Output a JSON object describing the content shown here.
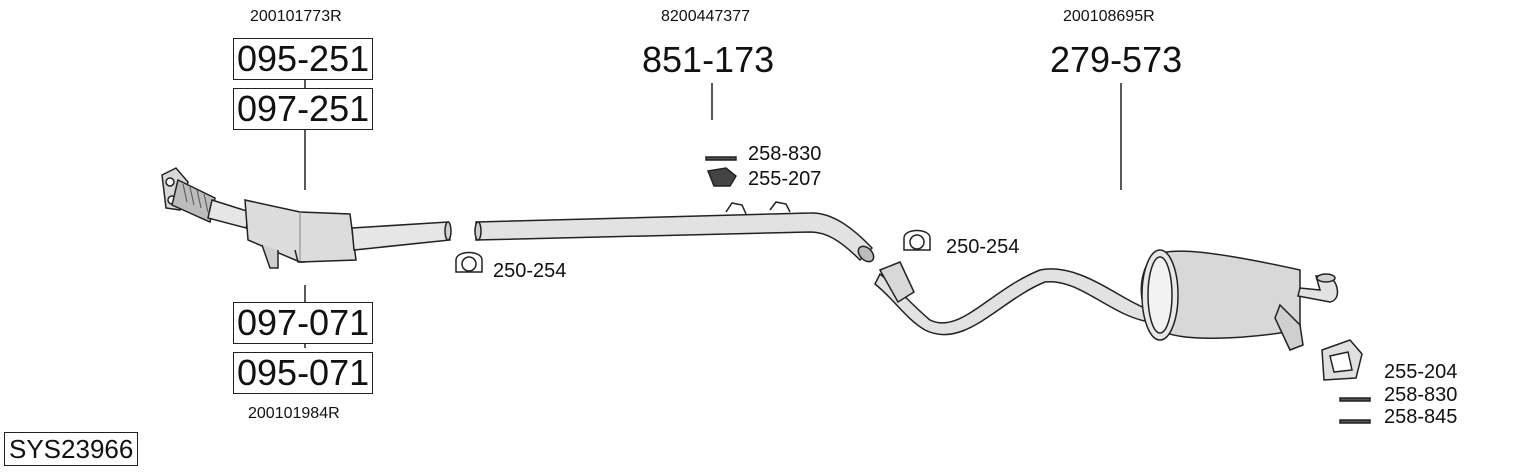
{
  "system_code": "SYS23966",
  "front": {
    "oe_top": "200101773R",
    "box_top_1": "095-251",
    "box_top_2": "097-251",
    "box_bottom_1": "097-071",
    "box_bottom_2": "095-071",
    "oe_bottom": "200101984R"
  },
  "middle": {
    "oe": "8200447377",
    "part": "851-173",
    "acc_1": "258-830",
    "acc_2": "255-207",
    "clamp_left": "250-254"
  },
  "rear": {
    "oe": "200108695R",
    "part": "279-573",
    "clamp": "250-254",
    "acc_1": "255-204",
    "acc_2": "258-830",
    "acc_3": "258-845"
  }
}
